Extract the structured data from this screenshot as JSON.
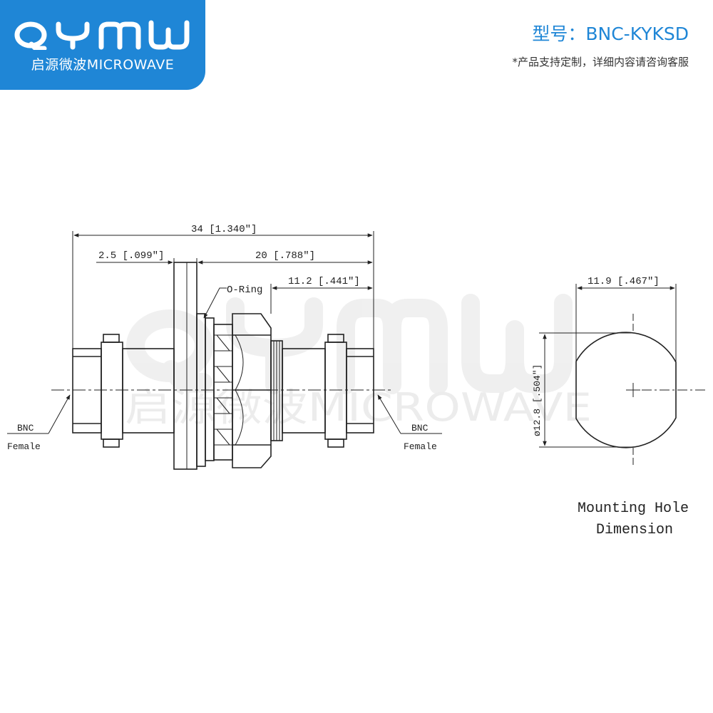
{
  "brand": {
    "logo_letters": "QYMW",
    "tagline": "启源微波MICROWAVE",
    "watermark_tagline": "启源微波MICROWAVE",
    "badge_color": "#1f86d6"
  },
  "header": {
    "model_label": "型号：BNC-KYKSD",
    "note": "*产品支持定制，详细内容请咨询客服"
  },
  "drawing": {
    "dim_overall": "34 [1.340\"]",
    "dim_flange": "2.5 [.099\"]",
    "dim_body": "20 [.788\"]",
    "dim_thread": "11.2 [.441\"]",
    "oring_label": "O-Ring",
    "left_end_label_1": "BNC",
    "left_end_label_2": "Female",
    "right_end_label_1": "BNC",
    "right_end_label_2": "Female",
    "hole_width": "11.9 [.467\"]",
    "hole_diameter": "ø12.8 [.504\"]",
    "hole_caption_1": "Mounting Hole",
    "hole_caption_2": "Dimension"
  }
}
